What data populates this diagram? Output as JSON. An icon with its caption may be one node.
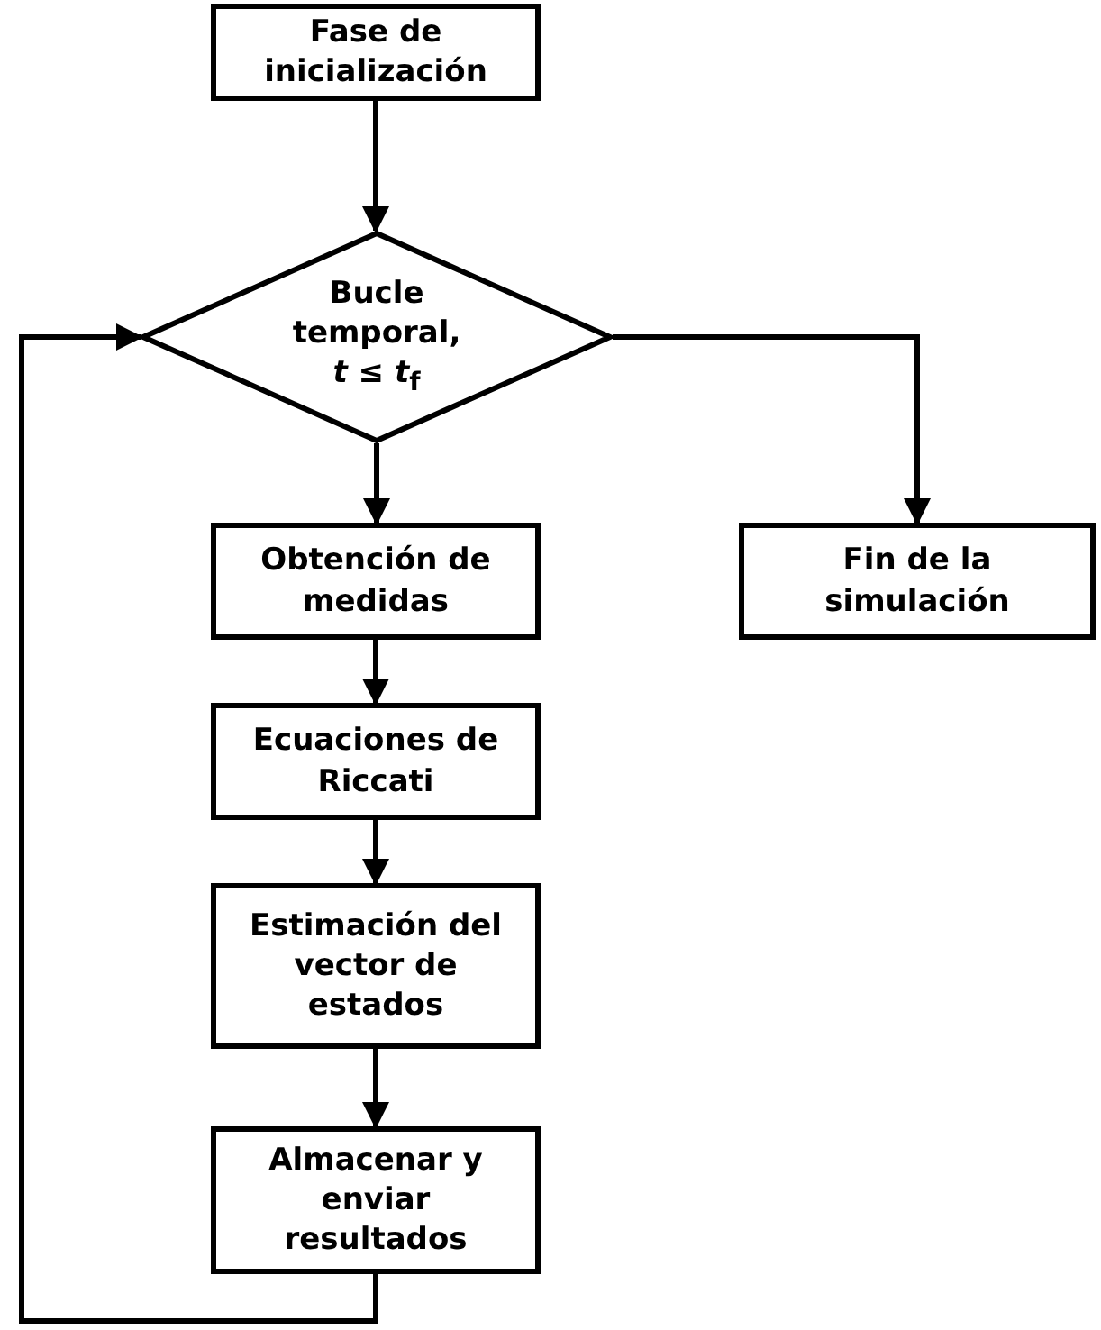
{
  "diagram": {
    "nodes": [
      {
        "text": [
          "Fase de inicialización"
        ]
      },
      {
        "text": [
          "Bucle temporal, *t* ≤ *t*$_{f}$"
        ]
      },
      {
        "text": [
          "Obtención de medidas"
        ]
      },
      {
        "text": [
          "Fin de la simulación"
        ]
      },
      {
        "text": [
          "Ecuaciones de Riccati"
        ]
      },
      {
        "text": [
          "Estimación del vector de estados"
        ]
      },
      {
        "text": [
          "Almacenar y enviar resultados"
        ]
      }
    ],
    "edges": [
      {
        "from": 0,
        "to": 1,
        "arrow": "to"
      },
      {
        "from": 1,
        "to": 2,
        "arrow": "to"
      },
      {
        "from": 1,
        "to": 3,
        "arrow": "to"
      },
      {
        "from": 2,
        "to": 4,
        "arrow": "to"
      },
      {
        "from": 4,
        "to": 5,
        "arrow": "to"
      },
      {
        "from": 5,
        "to": 6,
        "arrow": "to"
      },
      {
        "from": 6,
        "to": 1,
        "arrow": "to"
      }
    ]
  }
}
